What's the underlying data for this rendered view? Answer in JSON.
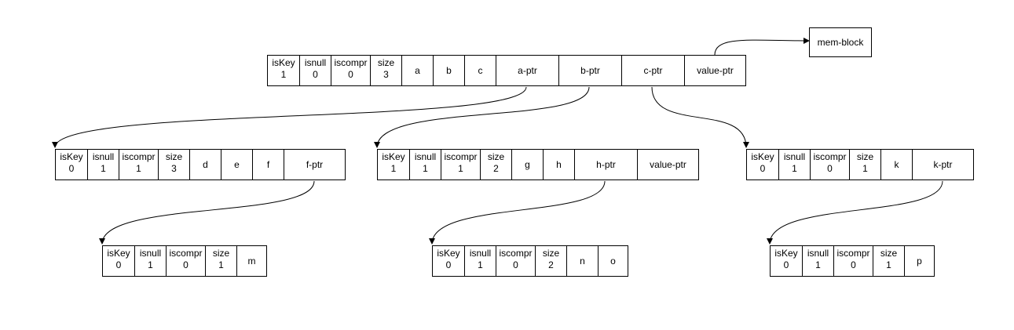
{
  "mem_block": {
    "label": "mem-block"
  },
  "nodes": {
    "root": {
      "fields": [
        {
          "label": "isKey",
          "value": "1"
        },
        {
          "label": "isnull",
          "value": "0"
        },
        {
          "label": "iscompr",
          "value": "0"
        },
        {
          "label": "size",
          "value": "3"
        }
      ],
      "cells": [
        "a",
        "b",
        "c",
        "a-ptr",
        "b-ptr",
        "c-ptr",
        "value-ptr"
      ]
    },
    "a_child": {
      "fields": [
        {
          "label": "isKey",
          "value": "0"
        },
        {
          "label": "isnull",
          "value": "1"
        },
        {
          "label": "iscompr",
          "value": "1"
        },
        {
          "label": "size",
          "value": "3"
        }
      ],
      "cells": [
        "d",
        "e",
        "f",
        "f-ptr"
      ]
    },
    "b_child": {
      "fields": [
        {
          "label": "isKey",
          "value": "1"
        },
        {
          "label": "isnull",
          "value": "1"
        },
        {
          "label": "iscompr",
          "value": "1"
        },
        {
          "label": "size",
          "value": "2"
        }
      ],
      "cells": [
        "g",
        "h",
        "h-ptr",
        "value-ptr"
      ]
    },
    "c_child": {
      "fields": [
        {
          "label": "isKey",
          "value": "0"
        },
        {
          "label": "isnull",
          "value": "1"
        },
        {
          "label": "iscompr",
          "value": "0"
        },
        {
          "label": "size",
          "value": "1"
        }
      ],
      "cells": [
        "k",
        "k-ptr"
      ]
    },
    "f_child": {
      "fields": [
        {
          "label": "isKey",
          "value": "0"
        },
        {
          "label": "isnull",
          "value": "1"
        },
        {
          "label": "iscompr",
          "value": "0"
        },
        {
          "label": "size",
          "value": "1"
        }
      ],
      "cells": [
        "m"
      ]
    },
    "h_child": {
      "fields": [
        {
          "label": "isKey",
          "value": "0"
        },
        {
          "label": "isnull",
          "value": "1"
        },
        {
          "label": "iscompr",
          "value": "0"
        },
        {
          "label": "size",
          "value": "2"
        }
      ],
      "cells": [
        "n",
        "o"
      ]
    },
    "k_child": {
      "fields": [
        {
          "label": "isKey",
          "value": "0"
        },
        {
          "label": "isnull",
          "value": "1"
        },
        {
          "label": "iscompr",
          "value": "0"
        },
        {
          "label": "size",
          "value": "1"
        }
      ],
      "cells": [
        "p"
      ]
    }
  }
}
